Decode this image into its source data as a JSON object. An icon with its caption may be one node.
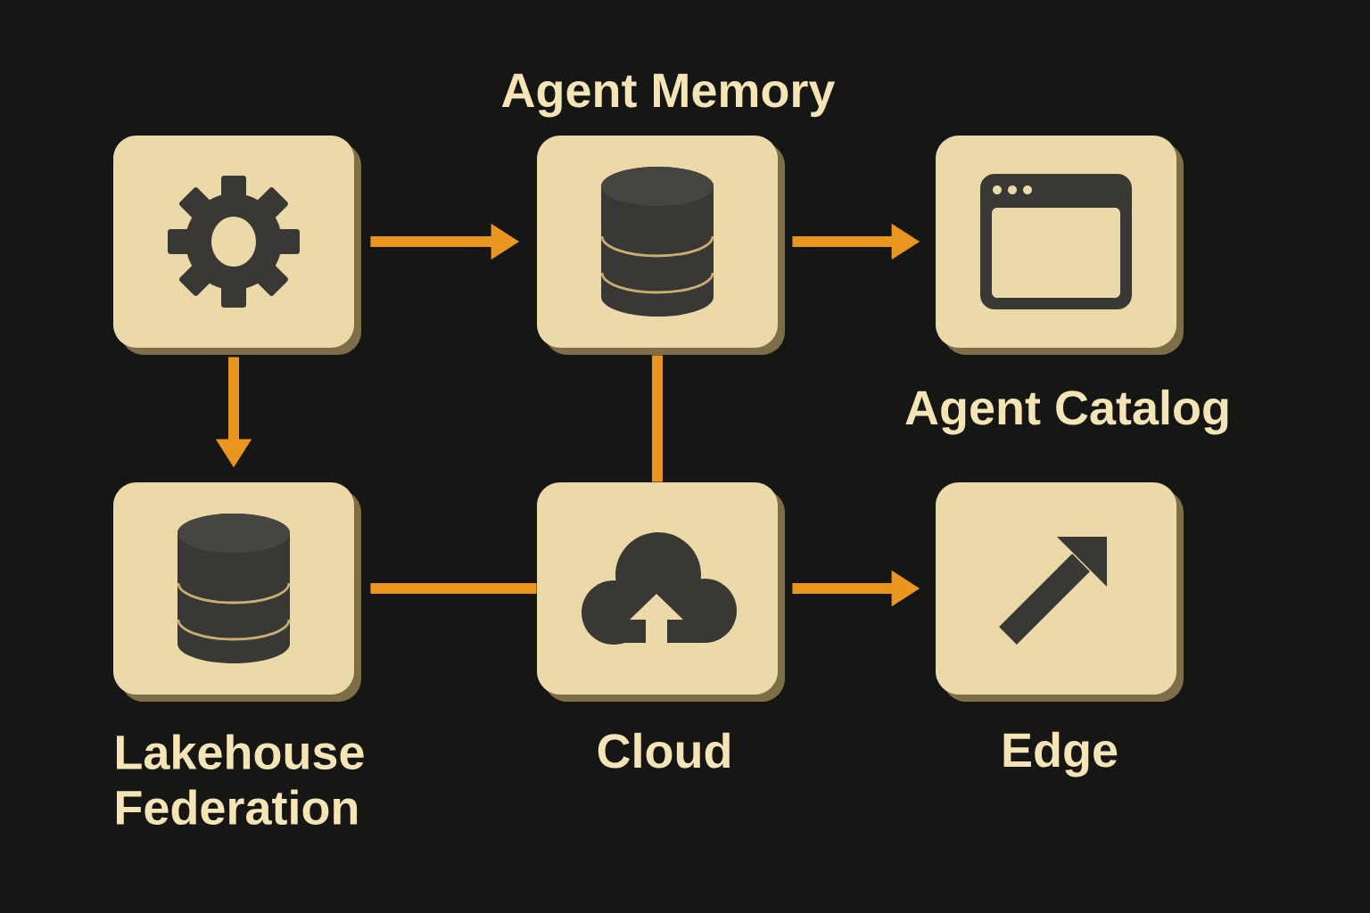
{
  "diagram": {
    "nodes": [
      {
        "text": [],
        "shape": "box"
      },
      {
        "text": [
          "Agent Memory"
        ]
      },
      {
        "text": [
          "Agent Catalog"
        ]
      },
      {
        "text": [
          "Lakehouse Federation"
        ]
      },
      {
        "text": [
          "Cloud"
        ]
      },
      {
        "text": [
          "Edge"
        ]
      }
    ],
    "edges": [
      {
        "from": 0,
        "to": 1,
        "arrow": "to"
      },
      {
        "from": 1,
        "to": 2,
        "arrow": "to"
      },
      {
        "from": 0,
        "to": 3,
        "arrow": "to"
      },
      {
        "from": 3,
        "to": 4,
        "arrow": "none"
      },
      {
        "from": 4,
        "to": 1,
        "arrow": "none"
      },
      {
        "from": 4,
        "to": 5,
        "arrow": "to"
      }
    ]
  }
}
